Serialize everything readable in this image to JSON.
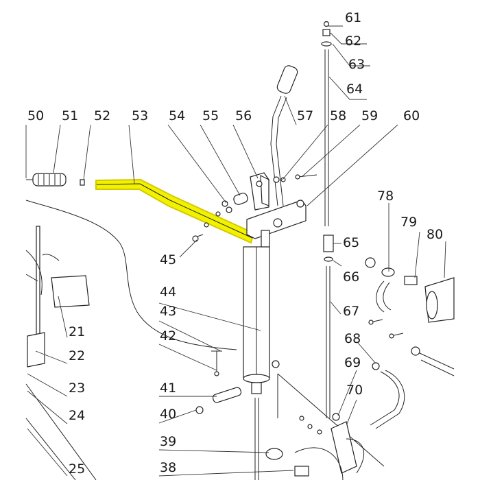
{
  "diagram": {
    "highlight_color": "#f2f200",
    "line_color": "#222222",
    "background": "#ffffff",
    "part_numbers": [
      "61",
      "62",
      "63",
      "64",
      "50",
      "51",
      "52",
      "53",
      "54",
      "55",
      "56",
      "57",
      "58",
      "59",
      "60",
      "78",
      "79",
      "80",
      "65",
      "66",
      "67",
      "68",
      "69",
      "70",
      "45",
      "44",
      "43",
      "42",
      "41",
      "40",
      "39",
      "38",
      "21",
      "22",
      "23",
      "24",
      "25"
    ],
    "highlighted_part": "53"
  }
}
